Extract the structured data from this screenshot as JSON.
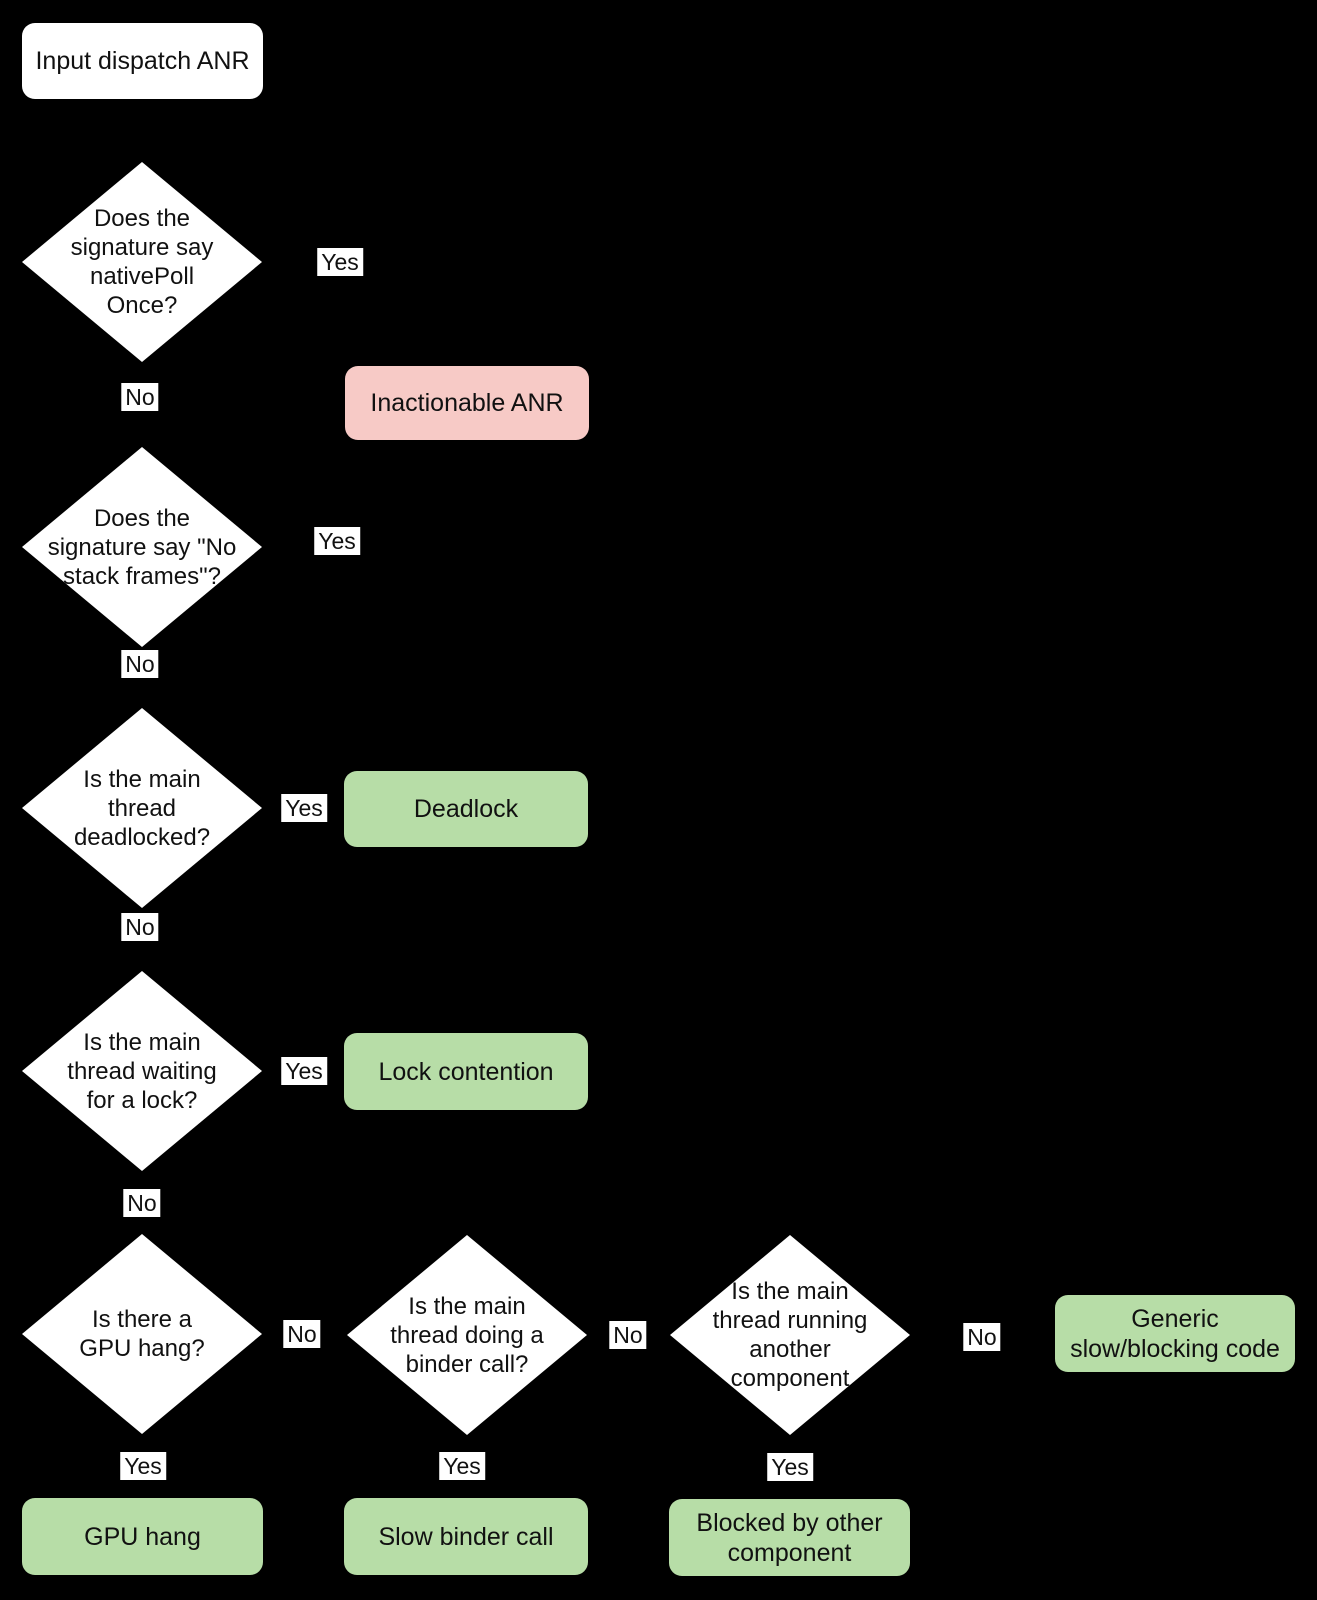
{
  "colors": {
    "background": "#000000",
    "node_fill": "#ffffff",
    "outcome_positive_green": "#b7dda7",
    "outcome_negative_red": "#f7cac6",
    "text": "#111111"
  },
  "flow": {
    "start": {
      "label": "Input dispatch ANR"
    },
    "decisions": {
      "native_poll": {
        "label": "Does the\nsignature say\nnativePoll\nOnce?"
      },
      "no_stack_frames": {
        "label": "Does the\nsignature say \"No\nstack frames\"?"
      },
      "deadlocked": {
        "label": "Is the main\nthread\ndeadlocked?"
      },
      "waiting_lock": {
        "label": "Is the main\nthread waiting\nfor a lock?"
      },
      "gpu_hang": {
        "label": "Is there a\nGPU hang?"
      },
      "binder_call": {
        "label": "Is the main\nthread doing a\nbinder call?"
      },
      "other_component": {
        "label": "Is the main\nthread running\nanother\ncomponent"
      }
    },
    "outcomes": {
      "inactionable": {
        "label": "Inactionable ANR",
        "kind": "negative"
      },
      "deadlock": {
        "label": "Deadlock",
        "kind": "positive"
      },
      "lock_contention": {
        "label": "Lock contention",
        "kind": "positive"
      },
      "gpu_hang": {
        "label": "GPU hang",
        "kind": "positive"
      },
      "slow_binder": {
        "label": "Slow binder call",
        "kind": "positive"
      },
      "blocked_other": {
        "label": "Blocked by other\ncomponent",
        "kind": "positive"
      },
      "generic_slow": {
        "label": "Generic\nslow/blocking code",
        "kind": "positive"
      }
    },
    "edge_labels": {
      "yes": "Yes",
      "no": "No"
    }
  }
}
